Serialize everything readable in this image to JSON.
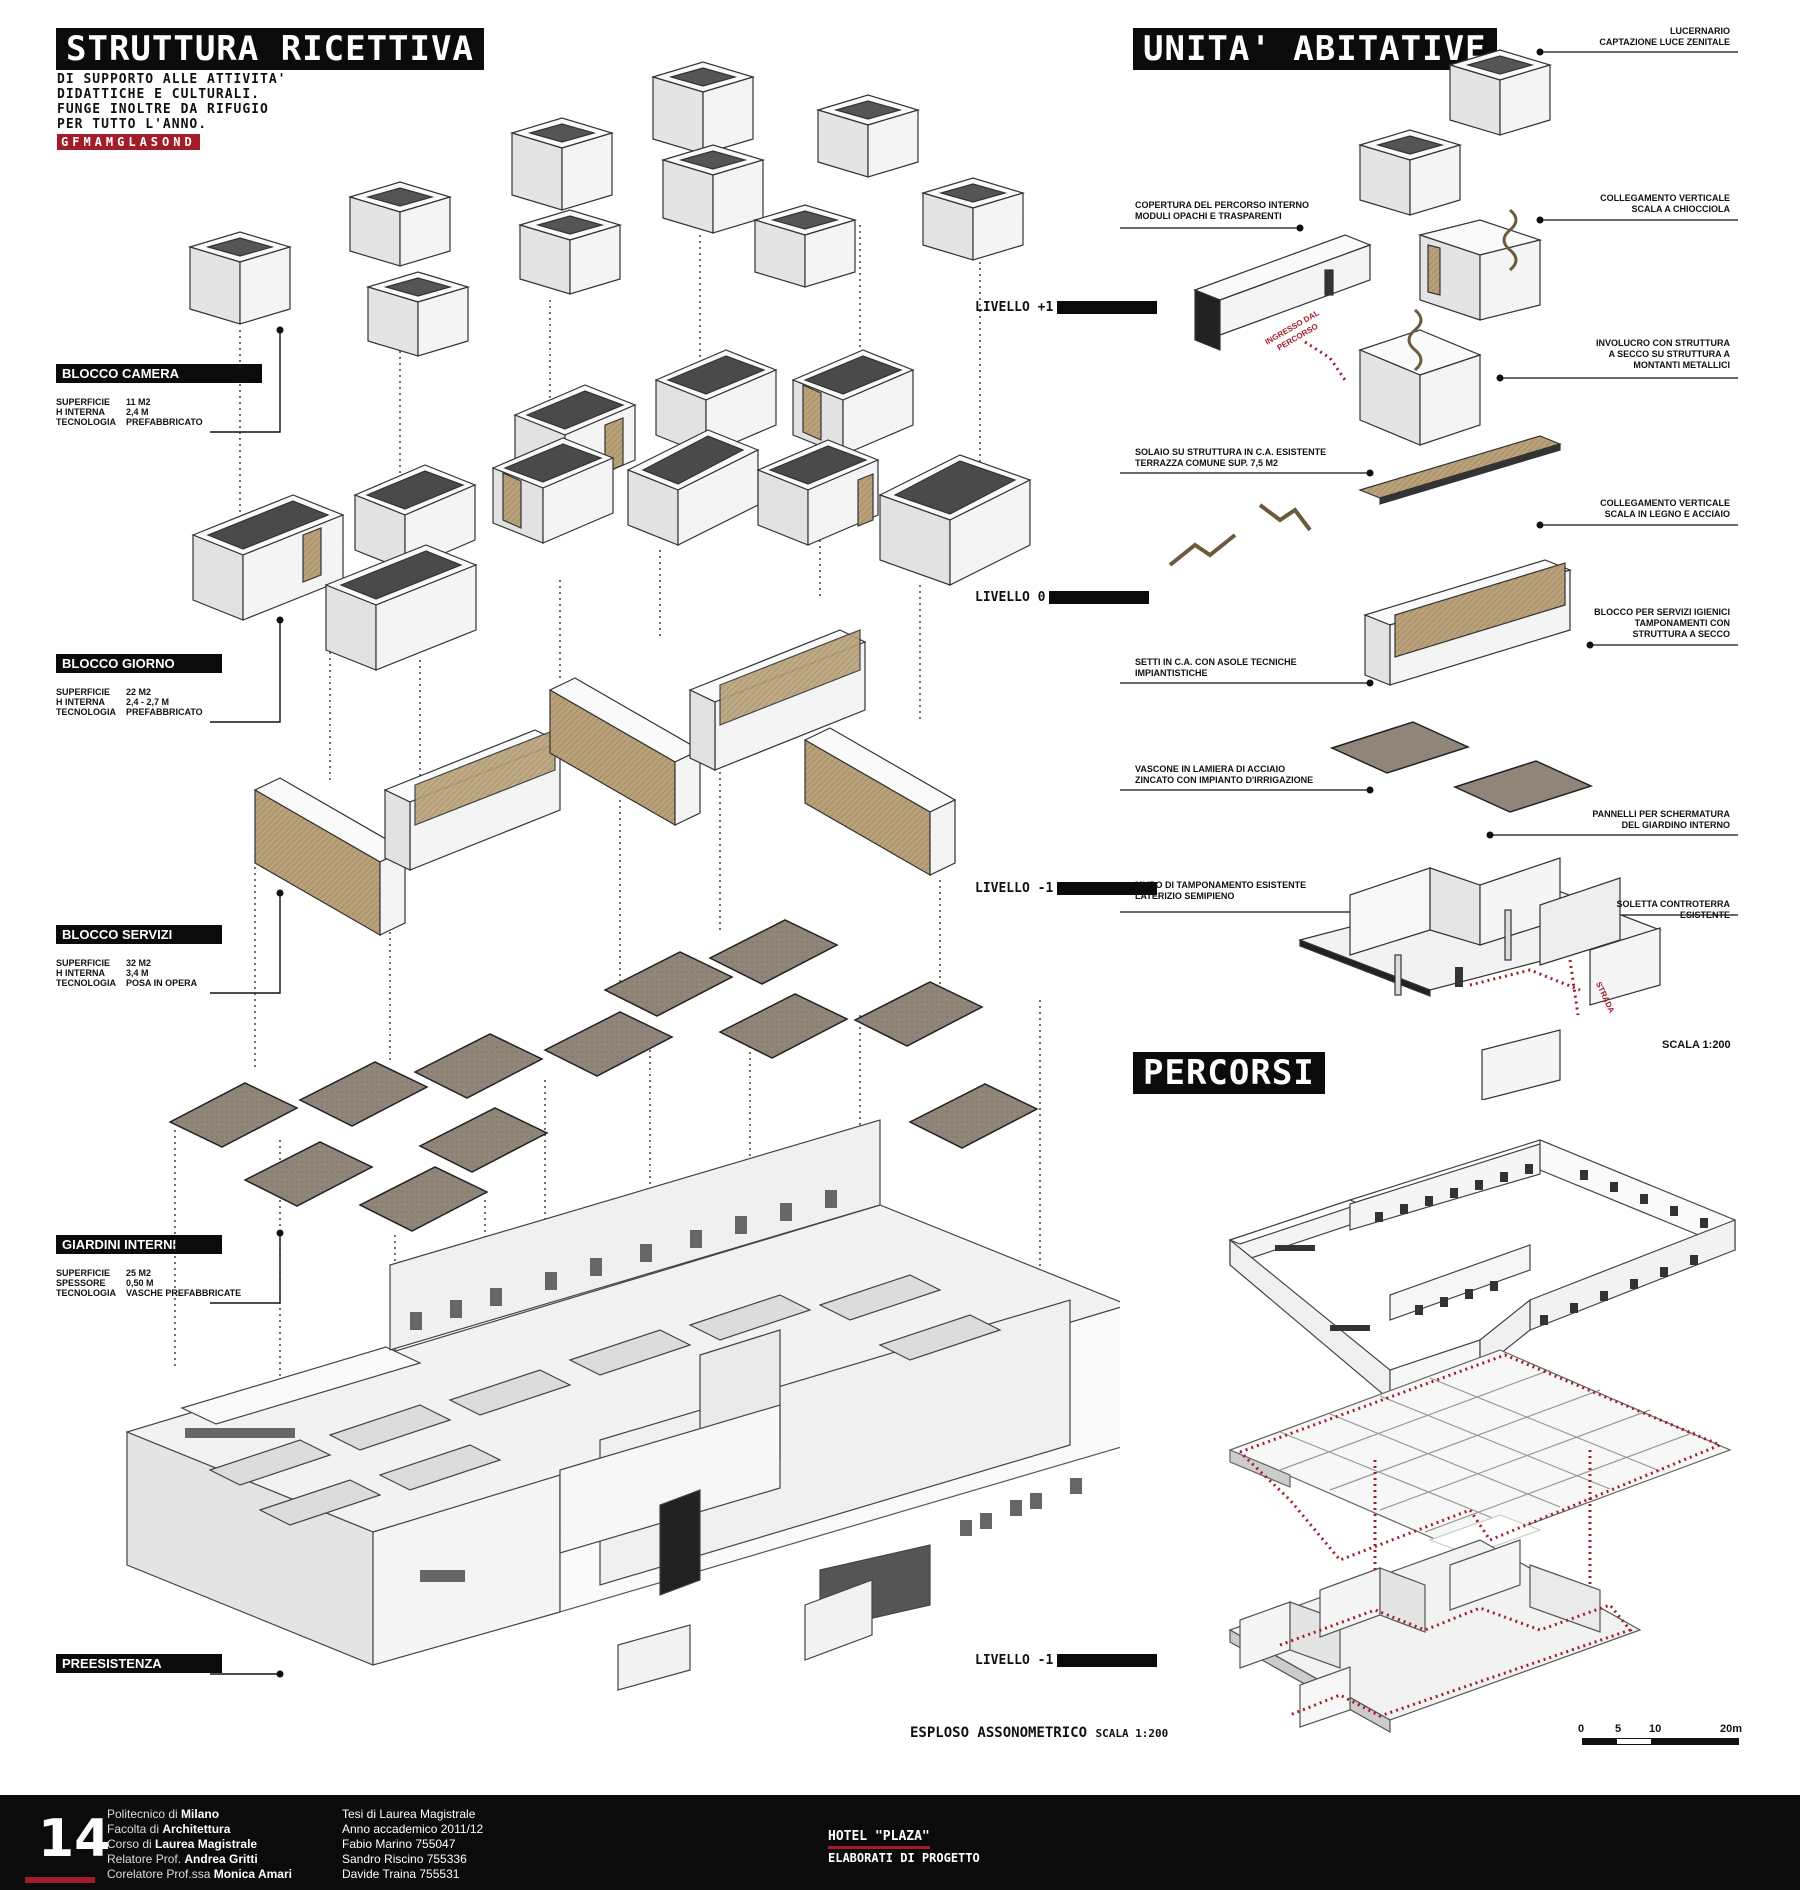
{
  "header": {
    "title": "STRUTTURA RICETTIVA",
    "desc_lines": [
      "DI SUPPORTO ALLE ATTIVITA'",
      "DIDATTICHE E CULTURALI.",
      "FUNGE INOLTRE DA RIFUGIO",
      "PER TUTTO L'ANNO."
    ],
    "months": "GFMAMGLASOND"
  },
  "blocks": {
    "camera": {
      "title": "BLOCCO CAMERA",
      "rows": [
        [
          "SUPERFICIE",
          "11 M2"
        ],
        [
          "H INTERNA",
          "2,4 M"
        ],
        [
          "TECNOLOGIA",
          "PREFABBRICATO"
        ]
      ]
    },
    "giorno": {
      "title": "BLOCCO GIORNO",
      "rows": [
        [
          "SUPERFICIE",
          "22 M2"
        ],
        [
          "H INTERNA",
          "2,4 - 2,7 M"
        ],
        [
          "TECNOLOGIA",
          "PREFABBRICATO"
        ]
      ]
    },
    "servizi": {
      "title": "BLOCCO SERVIZI",
      "rows": [
        [
          "SUPERFICIE",
          "32 M2"
        ],
        [
          "H INTERNA",
          "3,4 M"
        ],
        [
          "TECNOLOGIA",
          "POSA IN OPERA"
        ]
      ]
    },
    "giardini": {
      "title": "GIARDINI INTERNI",
      "rows": [
        [
          "SUPERFICIE",
          "25 M2"
        ],
        [
          "SPESSORE",
          "0,50 M"
        ],
        [
          "TECNOLOGIA",
          "VASCHE PREFABBRICATE"
        ]
      ]
    },
    "preesistenza": {
      "title": "PREESISTENZA"
    }
  },
  "levels": {
    "plus1": "LIVELLO +1",
    "zero": "LIVELLO 0",
    "minus1a": "LIVELLO -1",
    "minus1b": "LIVELLO -1"
  },
  "caption_exploded": {
    "main": "ESPLOSO ASSONOMETRICO",
    "scale": "SCALA 1:200"
  },
  "unita": {
    "title": "UNITA' ABITATIVE",
    "labels": {
      "lucernario": [
        "LUCERNARIO",
        "CAPTAZIONE LUCE ZENITALE"
      ],
      "copertura": [
        "COPERTURA DEL PERCORSO INTERNO",
        "MODULI OPACHI E TRASPARENTI"
      ],
      "collegamento1": [
        "COLLEGAMENTO VERTICALE",
        "SCALA A CHIOCCIOLA"
      ],
      "ingresso": [
        "INGRESSO DAL",
        "PERCORSO"
      ],
      "involucro": [
        "INVOLUCRO CON STRUTTURA",
        "A SECCO SU STRUTTURA A",
        "MONTANTI METALLICI"
      ],
      "solaio": [
        "SOLAIO SU STRUTTURA IN C.A. ESISTENTE",
        "TERRAZZA COMUNE SUP. 7,5 M2"
      ],
      "collegamento2": [
        "COLLEGAMENTO VERTICALE",
        "SCALA IN LEGNO E ACCIAIO"
      ],
      "blocco_servizi": [
        "BLOCCO PER SERVIZI IGIENICI",
        "TAMPONAMENTI CON",
        "STRUTTURA A SECCO"
      ],
      "setti": [
        "SETTI IN C.A. CON ASOLE TECNICHE",
        "IMPIANTISTICHE"
      ],
      "vascone": [
        "VASCONE IN LAMIERA DI ACCIAIO",
        "ZINCATO CON IMPIANTO D'IRRIGAZIONE"
      ],
      "pannelli": [
        "PANNELLI PER SCHERMATURA",
        "DEL GIARDINO INTERNO"
      ],
      "muro": [
        "MURO DI TAMPONAMENTO ESISTENTE",
        "LATERIZIO SEMIPIENO"
      ],
      "soletta": [
        "SOLETTA CONTROTERRA",
        "ESISTENTE"
      ],
      "strada": "STRADA"
    },
    "scale": "SCALA 1:200"
  },
  "percorsi": {
    "title": "PERCORSI",
    "scalebar": [
      "0",
      "5",
      "10",
      "20m"
    ]
  },
  "footer": {
    "page": "14",
    "col1": [
      [
        "Politecnico di ",
        "Milano"
      ],
      [
        "Facolta di ",
        "Architettura"
      ],
      [
        "Corso di ",
        "Laurea Magistrale"
      ],
      [
        "Relatore Prof. ",
        "Andrea Gritti"
      ],
      [
        "Corelatore Prof.ssa ",
        "Monica Amari"
      ]
    ],
    "col2": [
      "Tesi di Laurea Magistrale",
      "Anno accademico 2011/12",
      "Fabio Marino 755047",
      "Sandro Riscino 755336",
      "Davide Traina 755531"
    ],
    "project_title": "HOTEL \"PLAZA\"",
    "project_sub": "ELABORATI DI PROGETTO"
  },
  "colors": {
    "black": "#0b0b0b",
    "accent_red": "#a31c2a",
    "wood": "#b9a27a",
    "garden": "#8f8579",
    "wall": "#f2f2f2"
  }
}
